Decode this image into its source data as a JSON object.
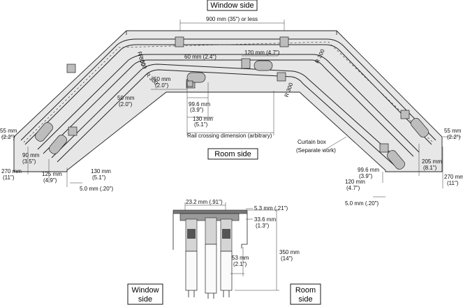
{
  "labels": {
    "window_side_top": "Window side",
    "room_side_top": "Room side",
    "window_side_bottom_1": "Window",
    "window_side_bottom_2": "side",
    "room_side_bottom_1": "Room",
    "room_side_bottom_2": "side",
    "curtain_box_1": "Curtain box",
    "curtain_box_2": "(Separate work)",
    "rail_crossing": "Rail crossing dimension (arbitrary)"
  },
  "radius": {
    "r1": "R 300",
    "r2": "R 300",
    "r3": "R 300",
    "r4": "R 300",
    "r5": "R 300"
  },
  "dims": {
    "d900": "900 mm (35\") or less",
    "d120a_1": "120 mm (4.7\")",
    "d60_1": "60 mm (2.4\")",
    "d50a_1": "50 mm",
    "d50a_2": "(2.0\")",
    "d50b_1": "50 mm",
    "d50b_2": "(2.0\")",
    "d99a_1": "99.6 mm",
    "d99a_2": "(3.9\")",
    "d130a_1": "130 mm",
    "d130a_2": "(5.1\")",
    "d55l_1": "55 mm",
    "d55l_2": "(2.2\")",
    "d90_1": "90 mm",
    "d90_2": "(3.5\")",
    "d270l_1": "270 mm",
    "d270l_2": "(11\")",
    "d125_1": "125 mm",
    "d125_2": "(4.9\")",
    "d130b_1": "130 mm",
    "d130b_2": "(5.1\")",
    "d5l": "5.0 mm (.20\")",
    "d55r_1": "55 mm",
    "d55r_2": "(2.2\")",
    "d205_1": "205 mm",
    "d205_2": "(8.1\")",
    "d270r_1": "270 mm",
    "d270r_2": "(11\")",
    "d99b_1": "99.6 mm",
    "d99b_2": "(3.9\")",
    "d120b_1": "120 mm",
    "d120b_2": "(4.7\")",
    "d5r": "5.0 mm (.20\")",
    "d23": "23.2 mm (.91\")",
    "d53_1": "5.3 mm (.21\")",
    "d336_1": "33.6 mm",
    "d336_2": "(1.3\")",
    "d350_1": "350 mm",
    "d350_2": "(14\")",
    "d53mm_1": "53 mm",
    "d53mm_2": "(2.1\")"
  },
  "colors": {
    "box_fill": "#e7e7e7",
    "line": "#222222"
  }
}
